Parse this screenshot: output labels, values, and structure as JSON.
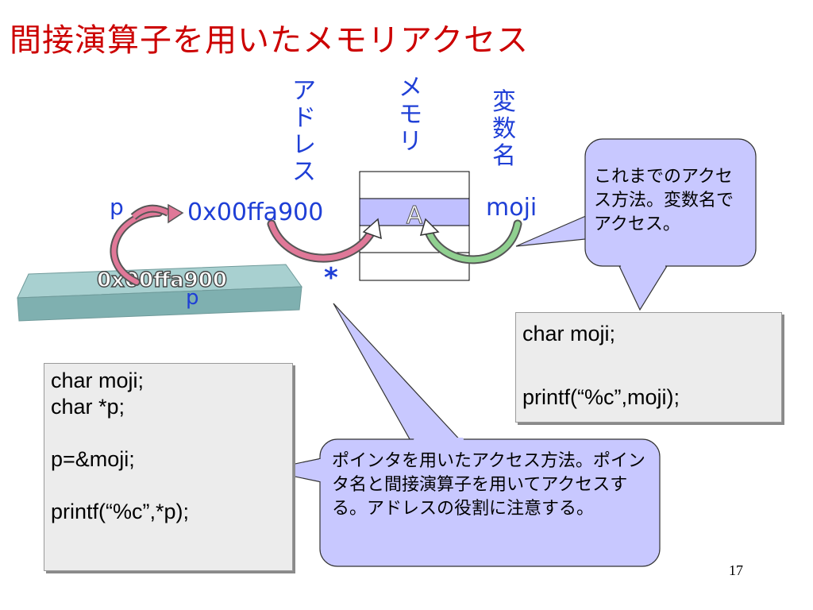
{
  "slide": {
    "title": "間接演算子を用いたメモリアクセス",
    "page_number": "17"
  },
  "labels": {
    "address_col": "アドレス",
    "memory_col": "メモリ",
    "varname_col": "変数名",
    "pointer_name": "p",
    "address_value": "0x00ffa900",
    "var_moji": "moji",
    "memory_cell_char": "A",
    "deref_star": "*",
    "box_value": "0x00ffa900",
    "box_label": "p"
  },
  "callouts": {
    "direct": "これまでのアクセス方法。変数名でアクセス。",
    "pointer": "ポインタを用いたアクセス方法。ポインタ名と間接演算子を用いてアクセスする。アドレスの役割に注意する。"
  },
  "code": {
    "pointer_example": "char moji;\nchar *p;\n\np=&moji;\n\nprintf(“%c”,*p);",
    "direct_example": "char moji;\n\nprintf(“%c”,moji);"
  },
  "colors": {
    "title": "#cc0000",
    "label_blue": "#1f3fd6",
    "callout_fill": "#c8c8ff",
    "memory_highlight": "#c0c0ff",
    "pink_arrow": "#e07898",
    "green_arrow": "#90d090",
    "box_top": "#a8d0d0",
    "box_front": "#7fb0b0"
  }
}
